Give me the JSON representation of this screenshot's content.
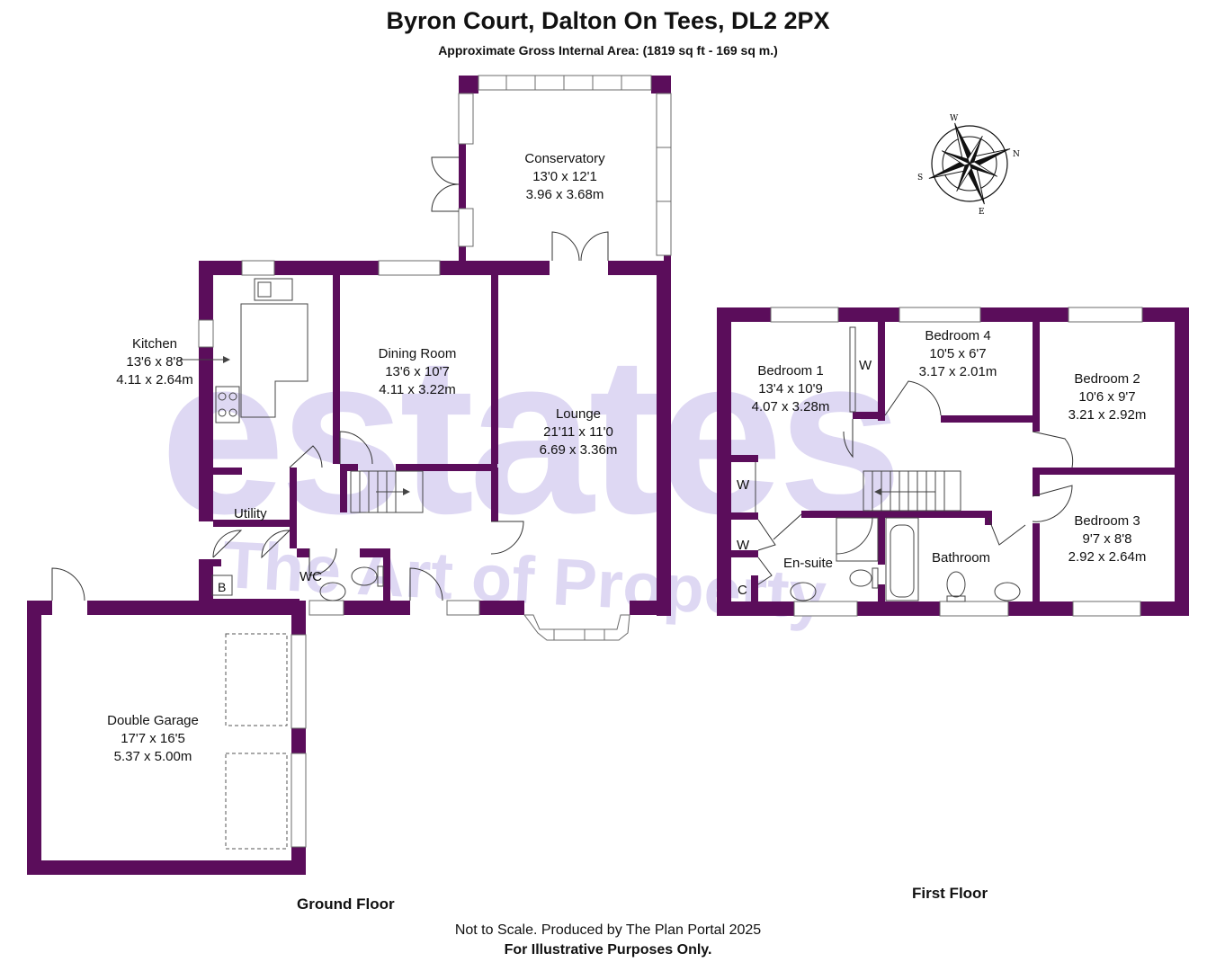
{
  "header": {
    "title": "Byron Court, Dalton On Tees, DL2 2PX",
    "area": "Approximate Gross Internal Area: (1819 sq ft - 169 sq m.)"
  },
  "watermark": {
    "brand": "estates",
    "tagline": "The Art of Property",
    "color": "#ded8f3"
  },
  "compass": {
    "labels": [
      "N",
      "E",
      "S",
      "W"
    ]
  },
  "colors": {
    "wall": "#5b0d5b",
    "text": "#111111"
  },
  "ground_floor": {
    "label": "Ground Floor",
    "rooms": [
      {
        "name": "Conservatory",
        "imperial": "13'0 x 12'1",
        "metric": "3.96 x 3.68m"
      },
      {
        "name": "Kitchen",
        "imperial": "13'6 x 8'8",
        "metric": "4.11 x 2.64m"
      },
      {
        "name": "Dining Room",
        "imperial": "13'6 x 10'7",
        "metric": "4.11 x 3.22m"
      },
      {
        "name": "Lounge",
        "imperial": "21'11 x 11'0",
        "metric": "6.69 x 3.36m"
      },
      {
        "name": "Double Garage",
        "imperial": "17'7 x 16'5",
        "metric": "5.37 x 5.00m"
      }
    ],
    "utility": "Utility",
    "wc": "WC",
    "boiler": "B"
  },
  "first_floor": {
    "label": "First Floor",
    "rooms": [
      {
        "name": "Bedroom 1",
        "imperial": "13'4 x 10'9",
        "metric": "4.07 x 3.28m"
      },
      {
        "name": "Bedroom 4",
        "imperial": "10'5 x 6'7",
        "metric": "3.17 x 2.01m"
      },
      {
        "name": "Bedroom 2",
        "imperial": "10'6 x 9'7",
        "metric": "3.21 x 2.92m"
      },
      {
        "name": "Bedroom 3",
        "imperial": "9'7 x 8'8",
        "metric": "2.92 x 2.64m"
      }
    ],
    "ensuite": "En-suite",
    "bathroom": "Bathroom",
    "wardrobe": "W",
    "cupboard": "C"
  },
  "footer": {
    "note": "Not to Scale. Produced by The Plan Portal 2025",
    "note2": "For Illustrative Purposes Only."
  }
}
